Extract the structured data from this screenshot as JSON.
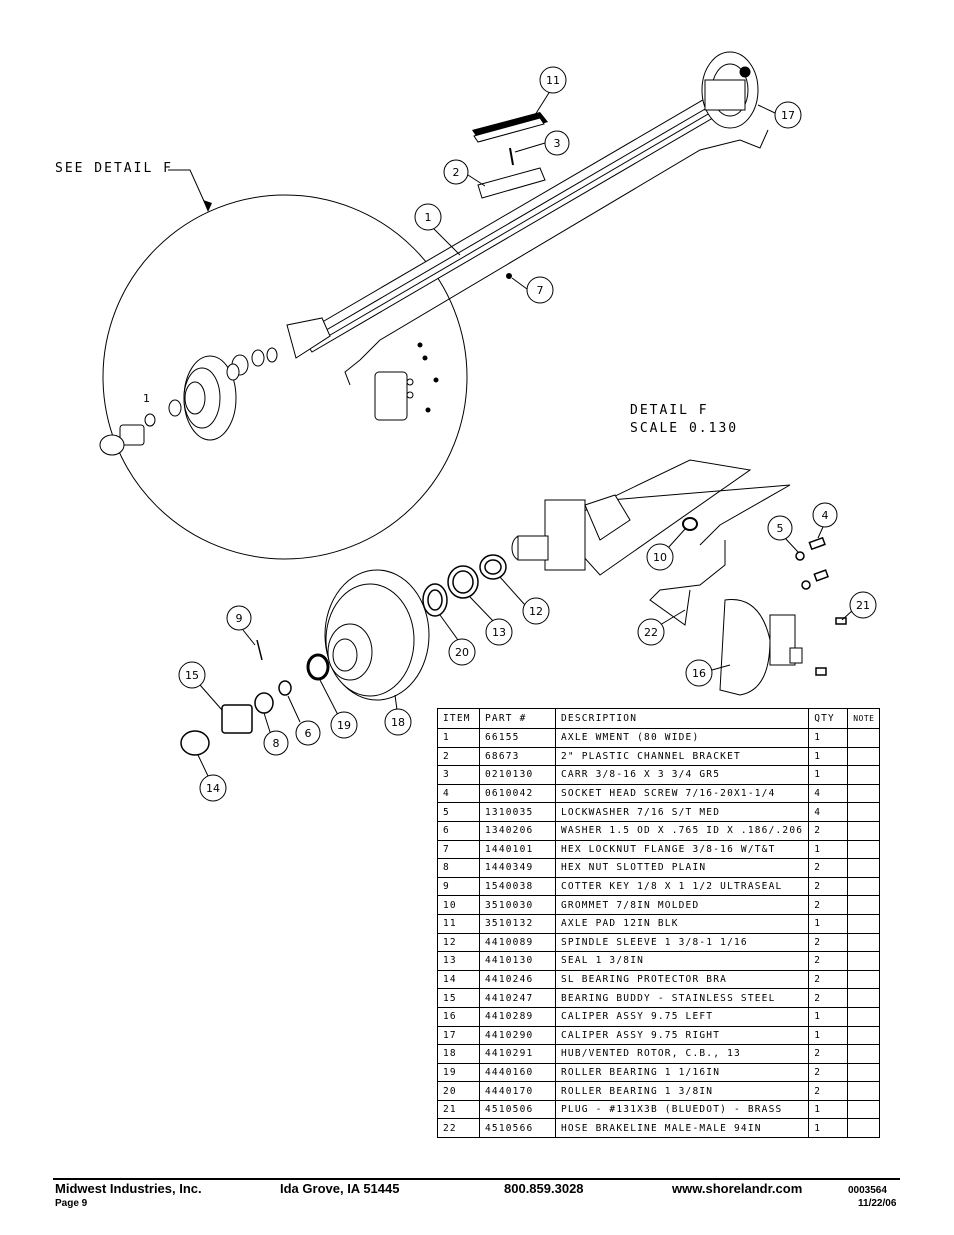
{
  "drawing": {
    "see_detail": "SEE DETAIL  F",
    "detail_title": "DETAIL  F",
    "detail_scale": "SCALE  0.130",
    "stray_label": "1",
    "callouts": [
      "11",
      "3",
      "2",
      "17",
      "1",
      "7",
      "5",
      "4",
      "10",
      "12",
      "13",
      "20",
      "21",
      "22",
      "16",
      "9",
      "15",
      "6",
      "19",
      "18",
      "8",
      "14"
    ]
  },
  "table": {
    "headers": {
      "item": "ITEM",
      "part": "PART #",
      "description": "DESCRIPTION",
      "qty": "QTY",
      "note": "NOTE"
    },
    "rows": [
      {
        "item": "1",
        "part": "66155",
        "description": "AXLE WMENT (80 WIDE)",
        "qty": "1",
        "note": ""
      },
      {
        "item": "2",
        "part": "68673",
        "description": "2\" PLASTIC CHANNEL BRACKET",
        "qty": "1",
        "note": ""
      },
      {
        "item": "3",
        "part": "0210130",
        "description": "CARR 3/8-16 X 3 3/4 GR5",
        "qty": "1",
        "note": ""
      },
      {
        "item": "4",
        "part": "0610042",
        "description": "SOCKET HEAD SCREW 7/16-20X1-1/4",
        "qty": "4",
        "note": ""
      },
      {
        "item": "5",
        "part": "1310035",
        "description": "LOCKWASHER 7/16 S/T MED",
        "qty": "4",
        "note": ""
      },
      {
        "item": "6",
        "part": "1340206",
        "description": "WASHER 1.5 OD X .765 ID X .186/.206",
        "qty": "2",
        "note": ""
      },
      {
        "item": "7",
        "part": "1440101",
        "description": "HEX LOCKNUT FLANGE 3/8-16 W/T&T",
        "qty": "1",
        "note": ""
      },
      {
        "item": "8",
        "part": "1440349",
        "description": "HEX NUT SLOTTED PLAIN",
        "qty": "2",
        "note": ""
      },
      {
        "item": "9",
        "part": "1540038",
        "description": "COTTER KEY 1/8 X 1 1/2 ULTRASEAL",
        "qty": "2",
        "note": ""
      },
      {
        "item": "10",
        "part": "3510030",
        "description": "GROMMET  7/8IN MOLDED",
        "qty": "2",
        "note": ""
      },
      {
        "item": "11",
        "part": "3510132",
        "description": "AXLE PAD 12IN  BLK",
        "qty": "1",
        "note": ""
      },
      {
        "item": "12",
        "part": "4410089",
        "description": "SPINDLE SLEEVE  1 3/8-1 1/16",
        "qty": "2",
        "note": ""
      },
      {
        "item": "13",
        "part": "4410130",
        "description": "SEAL  1 3/8IN",
        "qty": "2",
        "note": ""
      },
      {
        "item": "14",
        "part": "4410246",
        "description": "SL BEARING PROTECTOR BRA",
        "qty": "2",
        "note": ""
      },
      {
        "item": "15",
        "part": "4410247",
        "description": "BEARING BUDDY - STAINLESS STEEL",
        "qty": "2",
        "note": ""
      },
      {
        "item": "16",
        "part": "4410289",
        "description": "CALIPER ASSY 9.75 LEFT",
        "qty": "1",
        "note": ""
      },
      {
        "item": "17",
        "part": "4410290",
        "description": "CALIPER ASSY 9.75 RIGHT",
        "qty": "1",
        "note": ""
      },
      {
        "item": "18",
        "part": "4410291",
        "description": "HUB/VENTED ROTOR, C.B.,  13",
        "qty": "2",
        "note": ""
      },
      {
        "item": "19",
        "part": "4440160",
        "description": "ROLLER BEARING   1 1/16IN",
        "qty": "2",
        "note": ""
      },
      {
        "item": "20",
        "part": "4440170",
        "description": "ROLLER BEARING   1 3/8IN",
        "qty": "2",
        "note": ""
      },
      {
        "item": "21",
        "part": "4510506",
        "description": "PLUG - #131X3B (BLUEDOT) - BRASS",
        "qty": "1",
        "note": ""
      },
      {
        "item": "22",
        "part": "4510566",
        "description": "HOSE BRAKELINE MALE-MALE 94IN",
        "qty": "1",
        "note": ""
      }
    ]
  },
  "footer": {
    "company": "Midwest Industries, Inc.",
    "page": "Page 9",
    "location": "Ida Grove, IA  51445",
    "phone": "800.859.3028",
    "website": "www.shorelandr.com",
    "doc_number": "0003564",
    "date": "11/22/06"
  }
}
